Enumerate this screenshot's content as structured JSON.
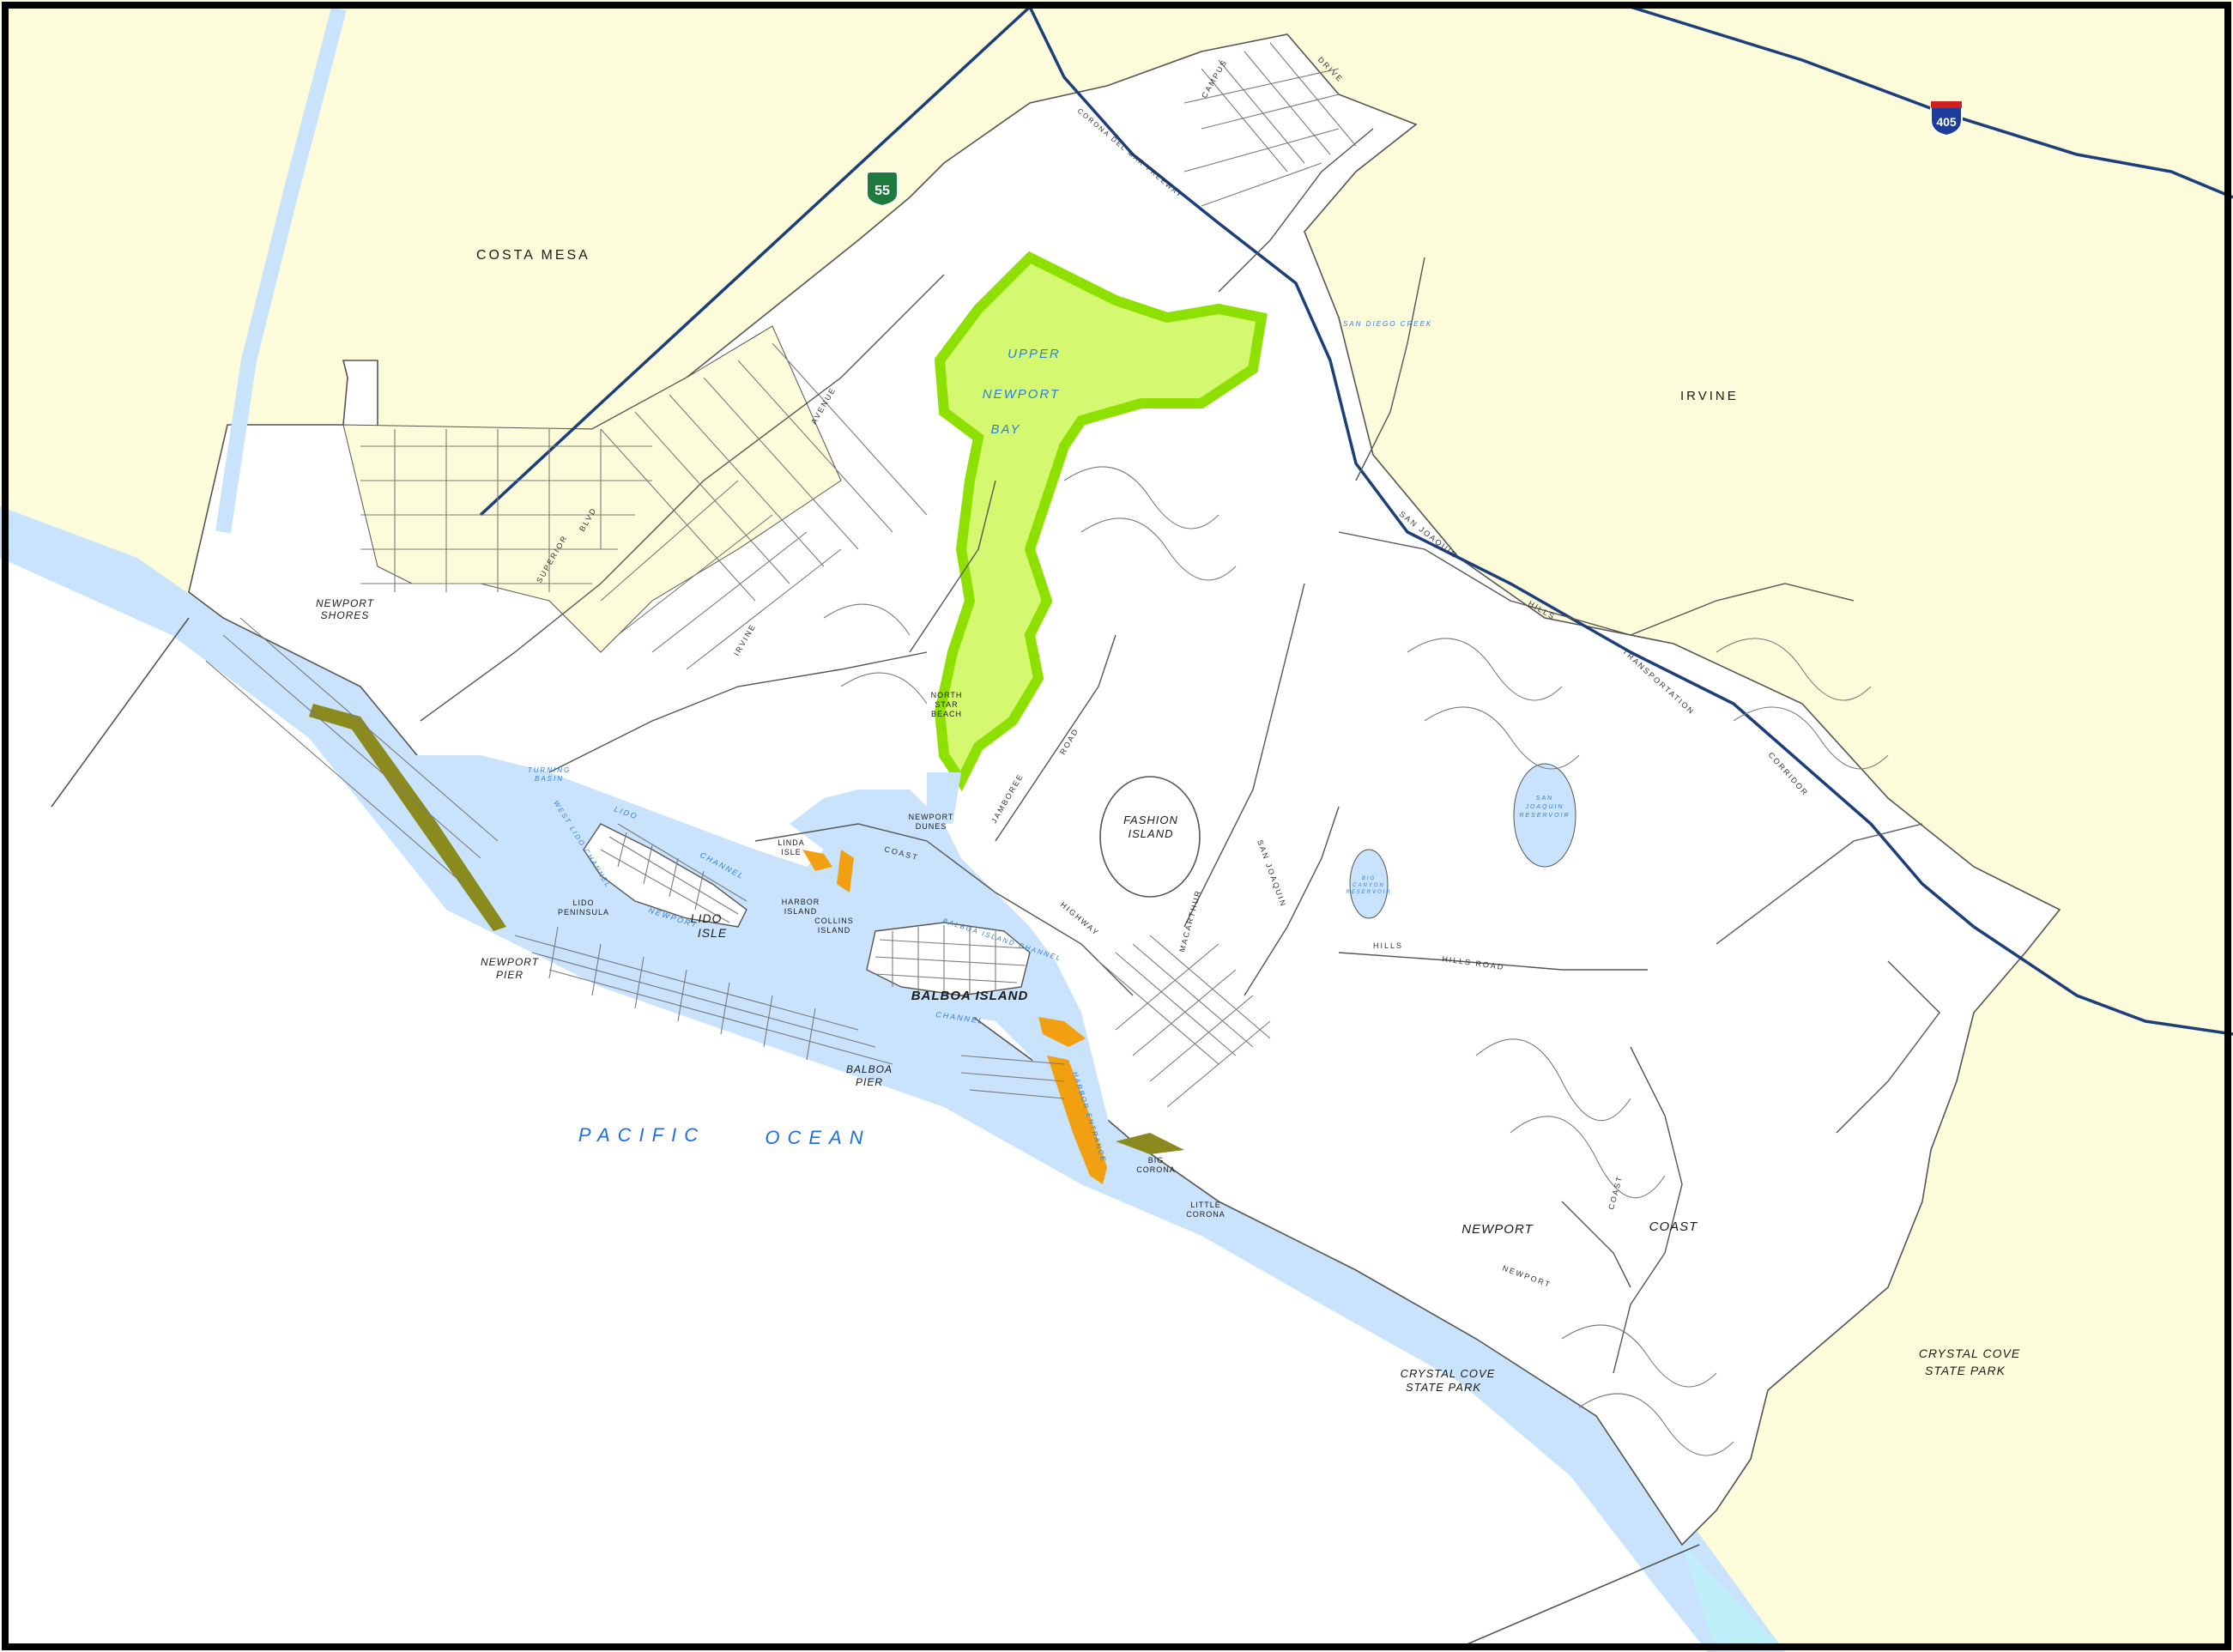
{
  "colors": {
    "outside_city": "#fcfcda",
    "city": "#ffffff",
    "water": "#c8e3fb",
    "water_light": "#bff0fa",
    "upper_bay_marsh": "#d4f870",
    "upper_bay_edge": "#8ee000",
    "beach_strip": "#8a8a1e",
    "orange_areas": "#f0a010",
    "highway": "#1c3e7a",
    "roads": "#555555",
    "border": "#000000"
  },
  "cities": {
    "costa_mesa": "COSTA MESA",
    "irvine": "IRVINE"
  },
  "areas": {
    "newport_shores": [
      "NEWPORT",
      "SHORES"
    ],
    "lido_isle": [
      "LIDO",
      "ISLE"
    ],
    "lido_peninsula": [
      "LIDO",
      "PENINSULA"
    ],
    "balboa_island": "BALBOA ISLAND",
    "linda_isle": [
      "LINDA",
      "ISLE"
    ],
    "harbor_island": [
      "HARBOR",
      "ISLAND"
    ],
    "collins_island": [
      "COLLINS",
      "ISLAND"
    ],
    "newport_dunes": [
      "NEWPORT",
      "DUNES"
    ],
    "north_star_beach": [
      "NORTH",
      "STAR",
      "BEACH"
    ],
    "fashion_island": [
      "FASHION",
      "ISLAND"
    ],
    "big_corona": [
      "BIG",
      "CORONA"
    ],
    "little_corona": [
      "LITTLE",
      "CORONA"
    ],
    "newport_pier": [
      "NEWPORT",
      "PIER"
    ],
    "balboa_pier": [
      "BALBOA",
      "PIER"
    ],
    "crystal_cove_coast": [
      "CRYSTAL COVE",
      "STATE PARK"
    ],
    "crystal_cove_inland": [
      "CRYSTAL COVE",
      "STATE PARK"
    ],
    "newport_coast_1": "NEWPORT",
    "newport_coast_2": "COAST"
  },
  "water_labels": {
    "upper_newport_bay": [
      "UPPER",
      "NEWPORT",
      "BAY"
    ],
    "pacific": "PACIFIC",
    "ocean": "OCEAN",
    "turning_basin": [
      "TURNING",
      "BASIN"
    ],
    "lido_channel": "LIDO",
    "lido_channel_2": "CHANNEL",
    "west_lido_channel": "WEST LIDO CHANNEL",
    "newport_channel": "NEWPORT",
    "balboa_channel": "CHANNEL",
    "balboa_island_channel": "BALBOA ISLAND CHANNEL",
    "harbor_entrance": "HARBOR ENTRANCE",
    "san_diego_creek": "SAN DIEGO CREEK",
    "san_joaquin_reservoir": [
      "SAN",
      "JOAQUIN",
      "RESERVOIR"
    ],
    "big_canyon_reservoir": [
      "BIG",
      "CANYON",
      "RESERVOIR"
    ]
  },
  "road_labels": {
    "campus": "CAMPUS",
    "drive": "DRIVE",
    "avenue": "AVENUE",
    "superior": "SUPERIOR",
    "boulevard": "BLVD",
    "irvine": "IRVINE",
    "jamboree": "JAMBOREE",
    "road": "ROAD",
    "coast": "COAST",
    "highway": "HIGHWAY",
    "macarthur": "MACARTHUR",
    "san_joaquin": "SAN JOAQUIN",
    "hills": "HILLS",
    "transportation": "TRANSPORTATION",
    "corridor": "CORRIDOR",
    "joaquin_hills_road": "HILLS ROAD",
    "newport_coast_dr": "NEWPORT",
    "coast_dr": "COAST",
    "fwy": "CORONA DEL MAR FREEWAY"
  },
  "shields": {
    "i405": "405",
    "ca55": "55"
  }
}
